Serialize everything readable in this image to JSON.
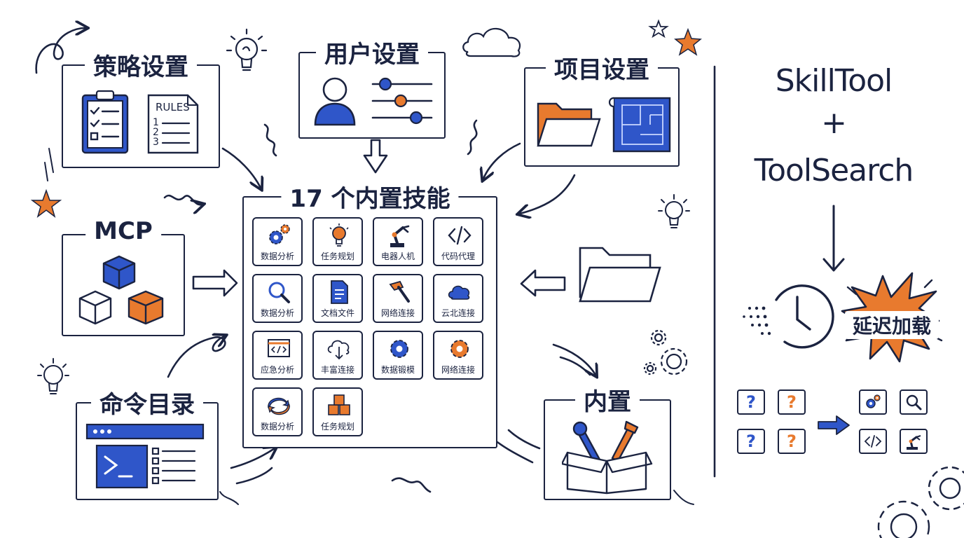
{
  "palette": {
    "ink": "#1b2340",
    "blue": "#2f56c9",
    "orange": "#e87a2e"
  },
  "nodes": {
    "policy_settings": {
      "title": "策略设置",
      "rules_heading": "RULES",
      "rule_numbers": [
        "1",
        "2",
        "3"
      ],
      "icons": [
        "clipboard-checklist-icon",
        "rules-document-icon"
      ]
    },
    "user_settings": {
      "title": "用户设置",
      "icons": [
        "user-avatar-icon",
        "sliders-icon"
      ]
    },
    "project_settings": {
      "title": "项目设置",
      "icons": [
        "folder-icon",
        "blueprint-icon"
      ]
    },
    "mcp": {
      "title": "MCP",
      "icons": [
        "puzzle-cubes-icon"
      ]
    },
    "command_directory": {
      "title": "命令目录",
      "icons": [
        "terminal-window-icon"
      ]
    },
    "builtin": {
      "title": "内置",
      "icons": [
        "toolbox-icon"
      ]
    },
    "center": {
      "title": "17 个内置技能",
      "tiles": [
        {
          "label": "数据分析",
          "icon": "gears-icon"
        },
        {
          "label": "任务规划",
          "icon": "lightbulb-icon"
        },
        {
          "label": "电器人机",
          "icon": "robot-arm-icon"
        },
        {
          "label": "代码代理",
          "icon": "code-icon"
        },
        {
          "label": "数据分析",
          "icon": "magnifier-icon"
        },
        {
          "label": "文档文件",
          "icon": "document-icon"
        },
        {
          "label": "网络连接",
          "icon": "hammer-icon"
        },
        {
          "label": "云北连接",
          "icon": "cloud-icon"
        },
        {
          "label": "应急分析",
          "icon": "code-window-icon"
        },
        {
          "label": "丰富连接",
          "icon": "cloud-download-icon"
        },
        {
          "label": "数据锻模",
          "icon": "gear-icon"
        },
        {
          "label": "网络连接",
          "icon": "gear-orange-icon"
        },
        {
          "label": "数据分析",
          "icon": "swirl-icon"
        },
        {
          "label": "任务规划",
          "icon": "blocks-icon"
        }
      ]
    }
  },
  "right_panel": {
    "line1": "SkillTool",
    "line2": "+",
    "line3": "ToolSearch",
    "badge": "延迟加载",
    "before_tiles": [
      "?",
      "?",
      "?",
      "?"
    ],
    "after_tiles": [
      "gears-icon",
      "magnifier-icon",
      "code-icon",
      "robot-arm-icon"
    ]
  }
}
